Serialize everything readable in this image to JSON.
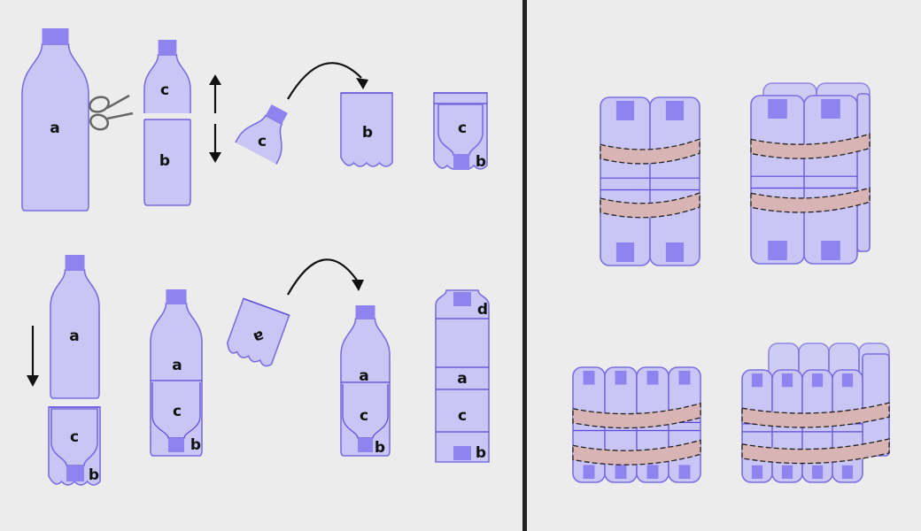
{
  "colors": {
    "background": "#ececec",
    "bottle": "#c9c5f5",
    "outline": "#7a6ee0",
    "cap": "#8f84ef",
    "strap": "#d8b5b4",
    "divider": "#222222"
  },
  "row1": {
    "bottle": "a",
    "cut_top": "c",
    "cut_bottom": "b",
    "tilted_piece": "c",
    "piece": "b",
    "assembled_top": "c",
    "assembled_bottom": "b"
  },
  "row2": {
    "bottle": "a",
    "bottom_piece_top": "c",
    "bottom_piece_bottom": "b",
    "combined_a": "a",
    "combined_c": "c",
    "combined_b": "b",
    "tilted_piece": "a",
    "bottle2_a": "a",
    "bottle2_c": "c",
    "bottle2_b": "b",
    "stack_d": "d",
    "stack_a": "a",
    "stack_c": "c",
    "stack_b": "b"
  },
  "icons": [
    "scissors-icon",
    "arrow-up-icon",
    "arrow-down-icon",
    "curved-arrow-icon"
  ]
}
